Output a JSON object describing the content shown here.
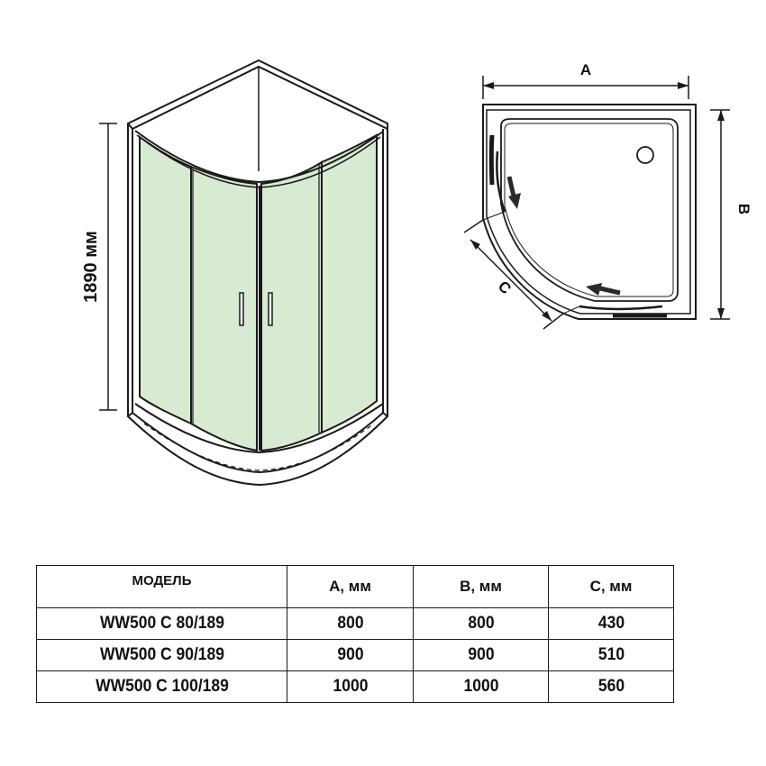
{
  "diagram": {
    "height_label": "1890 мм",
    "plan_labels": {
      "a": "A",
      "b": "B",
      "c": "C"
    },
    "colors": {
      "glass": "#d8ead2",
      "line": "#1a1a1a",
      "arrow": "#2a2a2a"
    },
    "icons": [
      "cabin-perspective-drawing",
      "floor-plan-drawing",
      "sliding-direction-arrow-icon",
      "drain-icon"
    ]
  },
  "table": {
    "headers": [
      "МОДЕЛЬ",
      "A, мм",
      "B, мм",
      "C, мм"
    ],
    "rows": [
      [
        "WW500 C 80/189",
        "800",
        "800",
        "430"
      ],
      [
        "WW500 C 90/189",
        "900",
        "900",
        "510"
      ],
      [
        "WW500 C 100/189",
        "1000",
        "1000",
        "560"
      ]
    ]
  }
}
